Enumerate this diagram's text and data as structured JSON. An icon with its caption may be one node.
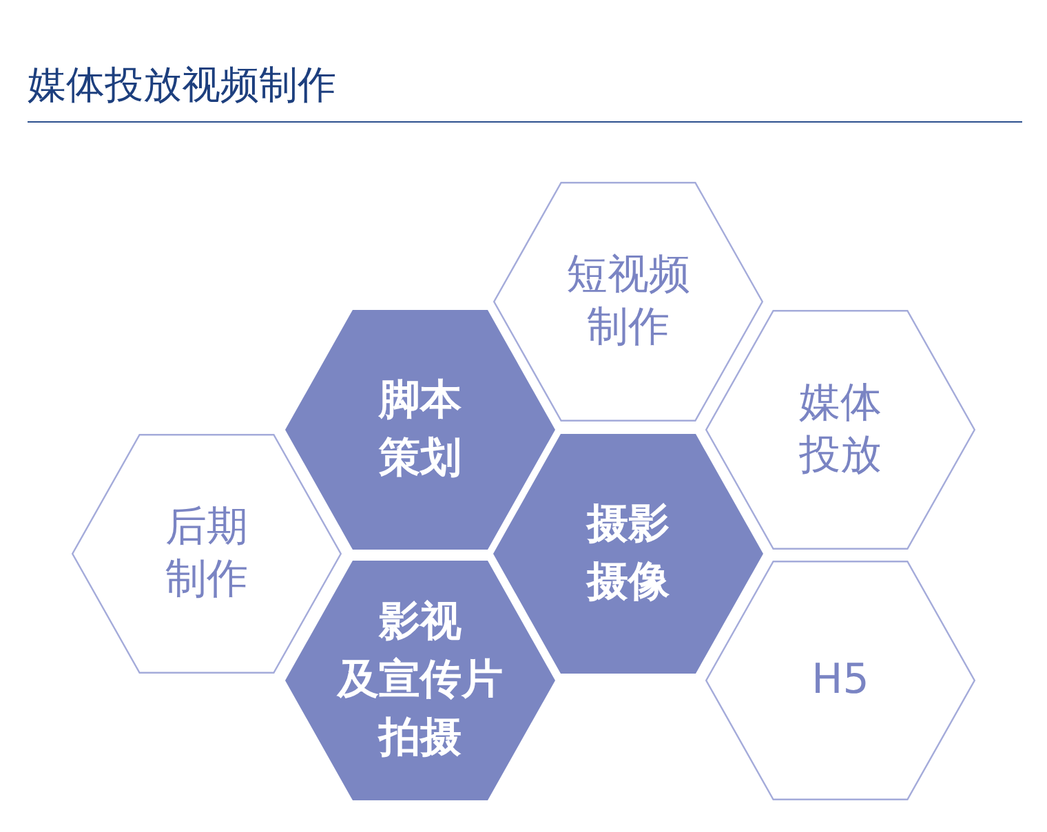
{
  "diagram": {
    "title": "媒体投放视频制作",
    "nodes": [
      {
        "text": [
          "短视频制作"
        ]
      },
      {
        "text": [
          "脚本策划"
        ]
      },
      {
        "text": [
          "媒体投放"
        ]
      },
      {
        "text": [
          "后期制作"
        ]
      },
      {
        "text": [
          "摄影摄像"
        ]
      },
      {
        "text": [
          "影视及宣传片拍摄"
        ]
      },
      {
        "text": [
          "H5"
        ]
      }
    ]
  }
}
